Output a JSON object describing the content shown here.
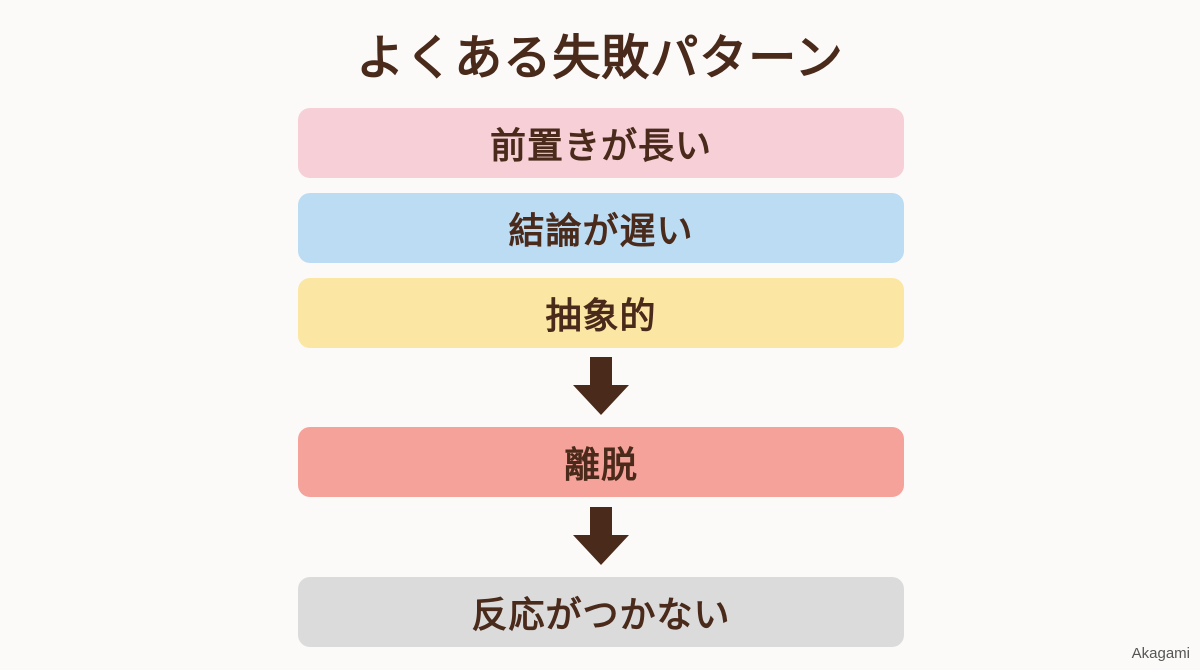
{
  "title": "よくある失敗パターン",
  "steps": [
    {
      "label": "前置きが長い",
      "color": "#f6cfd7"
    },
    {
      "label": "結論が遅い",
      "color": "#bcdcf4"
    },
    {
      "label": "抽象的",
      "color": "#fbe6a3"
    },
    {
      "label": "離脱",
      "color": "#f5a29a"
    },
    {
      "label": "反応がつかない",
      "color": "#dbdbdb"
    }
  ],
  "colors": {
    "text": "#4a2a1a",
    "arrow": "#4a2a1a",
    "background": "#fbfaf8"
  },
  "watermark": "Akagami"
}
